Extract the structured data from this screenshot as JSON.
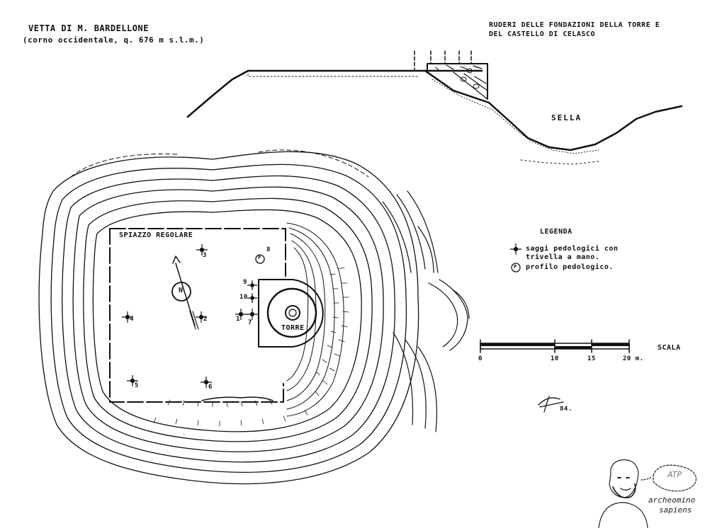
{
  "title": {
    "line1": "VETTA DI M. BARDELLONE",
    "line2": "(corno occidentale, q. 676 m s.l.m.)"
  },
  "section": {
    "title_line1": "RUDERI DELLE FONDAZIONI DELLA TORRE E",
    "title_line2": "DEL CASTELLO DI CELASCO",
    "sella_label": "SELLA"
  },
  "plan": {
    "spiazzo_label": "SPIAZZO REGOLARE",
    "torre_label": "TORRE",
    "north_label": "N",
    "sondaggi": [
      {
        "label": "1"
      },
      {
        "label": "2"
      },
      {
        "label": "3"
      },
      {
        "label": "4"
      },
      {
        "label": "5"
      },
      {
        "label": "6"
      },
      {
        "label": "7"
      },
      {
        "label": "8"
      },
      {
        "label": "9"
      },
      {
        "label": "10"
      }
    ],
    "profilo_symbol": "P"
  },
  "legend": {
    "title": "LEGENDA",
    "item1_line1": "saggi pedologici con",
    "item1_line2": "trivella a mano.",
    "item2_symbol": "P",
    "item2_text": "profilo pedologico."
  },
  "scale": {
    "label": "SCALA",
    "ticks": [
      "0",
      "10",
      "15",
      "20 m."
    ]
  },
  "signature": "84.",
  "watermark": {
    "line1": "archeomino",
    "line2": "sapiens",
    "bubble": "ATP"
  },
  "colors": {
    "ink": "#111111",
    "paper": "#ffffff"
  }
}
